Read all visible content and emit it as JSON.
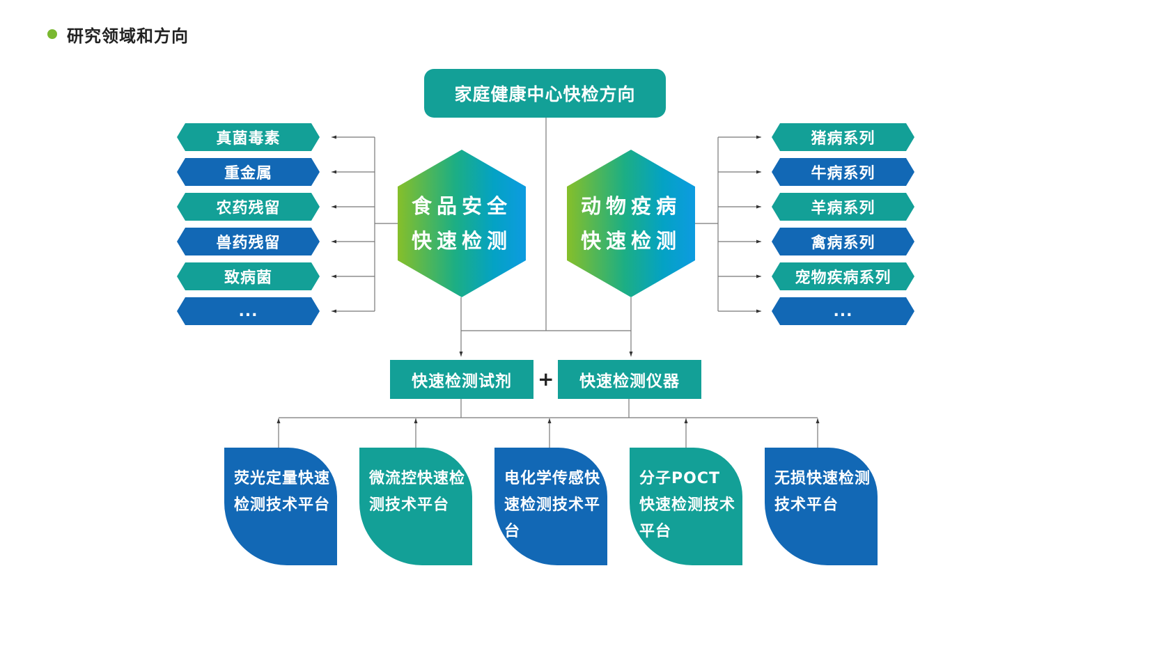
{
  "header": {
    "title": "研究领域和方向"
  },
  "root": {
    "label": "家庭健康中心快检方向"
  },
  "hexagons": [
    {
      "line1": "食品安全",
      "line2": "快速检测"
    },
    {
      "line1": "动物疫病",
      "line2": "快速检测"
    }
  ],
  "food_safety_items": [
    "真菌毒素",
    "重金属",
    "农药残留",
    "兽药残留",
    "致病菌",
    "..."
  ],
  "animal_disease_items": [
    "猪病系列",
    "牛病系列",
    "羊病系列",
    "禽病系列",
    "宠物疾病系列",
    "..."
  ],
  "products": {
    "reagent": "快速检测试剂",
    "plus": "+",
    "instrument": "快速检测仪器"
  },
  "platforms": [
    "荧光定量快速检测技术平台",
    "微流控快速检测技术平台",
    "电化学传感快速检测技术平台",
    "分子POCT快速检测技术平台",
    "无损快速检测技术平台"
  ],
  "colors": {
    "teal": "#13a097",
    "blue": "#1268b5",
    "accent_green": "#7ab830"
  }
}
